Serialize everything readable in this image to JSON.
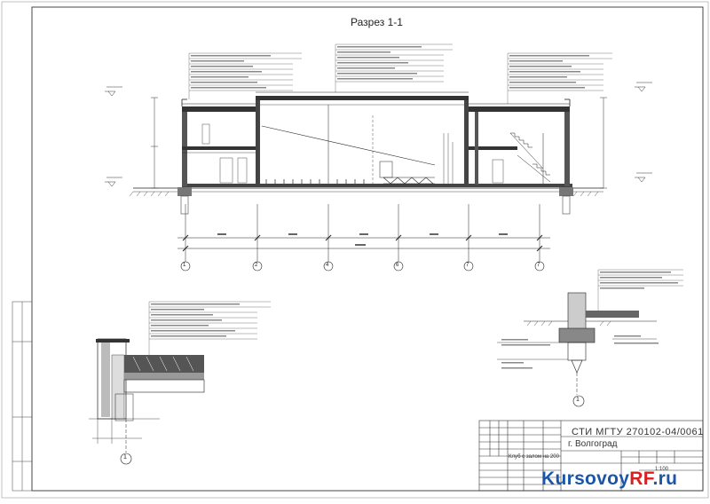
{
  "drawing": {
    "title": "Разрез 1-1",
    "title_block": {
      "code": "СТИ МГТУ 270102-04/0061",
      "city": "г. Волгоград",
      "project": "Клуб с залом на 200",
      "scale": "1:100"
    },
    "axes": {
      "labels": [
        "1",
        "2",
        "4",
        "6",
        "7",
        "7"
      ],
      "detail_labels": [
        "1",
        "1"
      ]
    },
    "watermark": {
      "main": "Kursovoy",
      "accent": "RF",
      "suffix": ".ru"
    }
  }
}
